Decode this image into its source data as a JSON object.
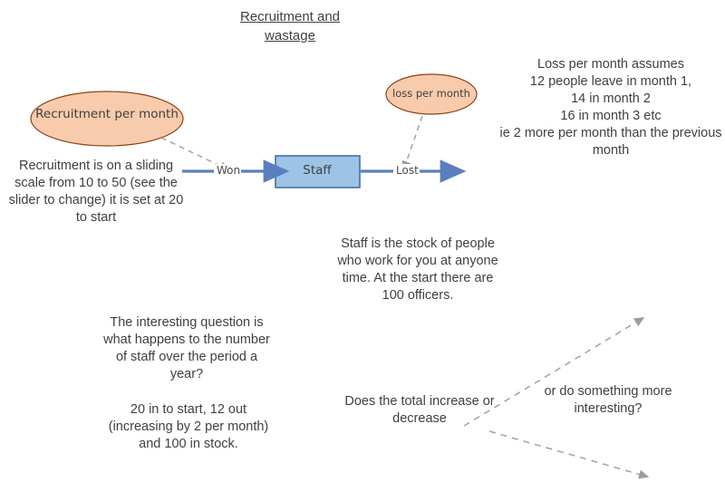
{
  "diagram": {
    "title": "Recruitment and\nwastage",
    "nodes": {
      "recruitment_ellipse": {
        "label": "Recruitment per month",
        "fill": "#F8CBAD",
        "stroke": "#843C0C"
      },
      "loss_ellipse": {
        "label": "loss per month",
        "fill": "#F8CBAD",
        "stroke": "#843C0C"
      },
      "staff_box": {
        "label": "Staff",
        "fill": "#9DC3E6",
        "stroke": "#41719C"
      }
    },
    "flows": {
      "inflow_label": "Won",
      "outflow_label": "Lost",
      "arrow_color": "#5B7FBE",
      "connector_color": "#A6A6A6"
    },
    "notes": {
      "recruitment": "Recruitment is on a sliding scale from 10 to 50 (see the slider to change) it is set at 20 to start",
      "loss": "Loss per month assumes\n12 people leave in month 1,\n14 in month 2\n16 in month 3 etc\nie 2 more per month than the previous month",
      "staff": "Staff is the stock of people who work for you at anyone time. At the start there are 100 officers.",
      "question": "The interesting question is what happens to the number of staff over the period a year?",
      "summary": "20 in to start, 12 out (increasing by 2 per month) and 100 in stock.",
      "total": "Does the total increase or decrease",
      "more": "or do something more interesting?"
    }
  }
}
